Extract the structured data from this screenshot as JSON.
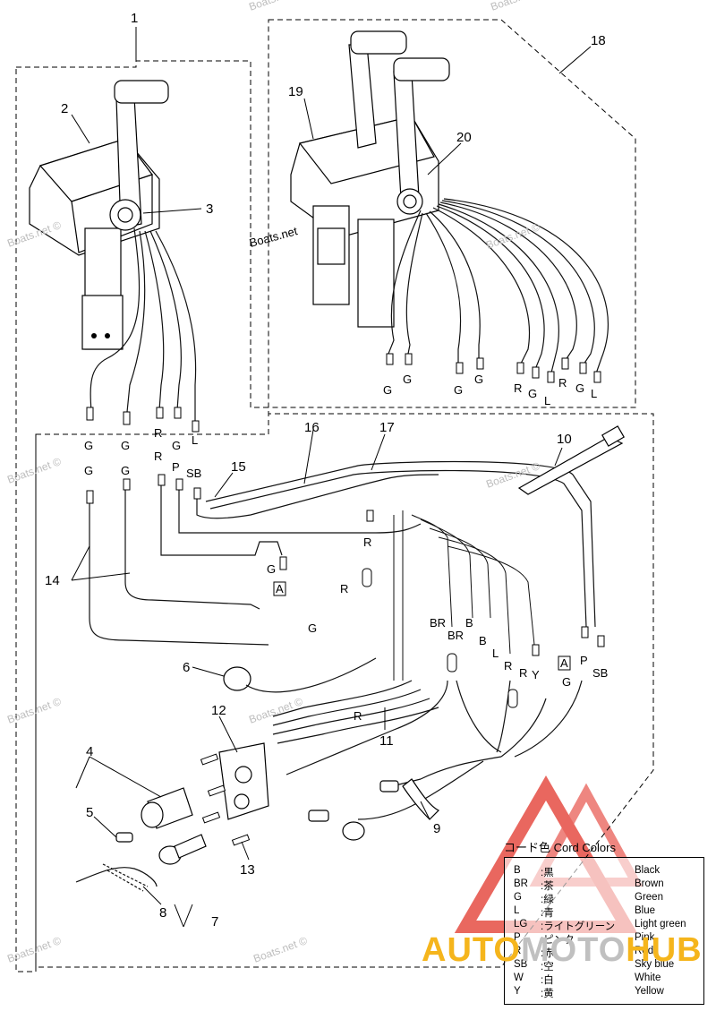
{
  "callouts": {
    "n1": "1",
    "n2": "2",
    "n3": "3",
    "n4": "4",
    "n5": "5",
    "n6": "6",
    "n7": "7",
    "n8": "8",
    "n9": "9",
    "n10": "10",
    "n11": "11",
    "n12": "12",
    "n13": "13",
    "n14": "14",
    "n15": "15",
    "n16": "16",
    "n17": "17",
    "n18": "18",
    "n19": "19",
    "n20": "20"
  },
  "single_lever_wires": [
    "G",
    "G",
    "R",
    "G",
    "L"
  ],
  "dual_lever_wires": [
    "G",
    "G",
    "G",
    "G",
    "R",
    "G",
    "L",
    "R",
    "G",
    "L"
  ],
  "harness_top_labels": {
    "g1": "G",
    "g2": "G",
    "g3": "G",
    "g4": "G",
    "r1": "R",
    "r2": "R",
    "g5": "G",
    "p": "P",
    "l": "L",
    "sb": "SB"
  },
  "harness_labels": {
    "gA": "G",
    "boxA1": "A",
    "r3": "R",
    "r4": "R",
    "g6": "G",
    "br1": "BR",
    "br2": "BR",
    "b1": "B",
    "b2": "B",
    "l2": "L",
    "r5": "R",
    "r6": "R",
    "y": "Y",
    "boxA2": "A",
    "g7": "G",
    "p2": "P",
    "sb2": "SB",
    "r7": "R"
  },
  "watermark": "Boats.net ©",
  "watermark_tag": "Boats.net",
  "legend": {
    "title": "コード色  Cord Colors",
    "rows": [
      {
        "code": "B",
        "jp": ":黒",
        "en": "Black"
      },
      {
        "code": "BR",
        "jp": ":茶",
        "en": "Brown"
      },
      {
        "code": "G",
        "jp": ":緑",
        "en": "Green"
      },
      {
        "code": "L",
        "jp": ":青",
        "en": "Blue"
      },
      {
        "code": "LG",
        "jp": ":ライトグリーン",
        "en": "Light green"
      },
      {
        "code": "P",
        "jp": ":ピンク",
        "en": "Pink"
      },
      {
        "code": "R",
        "jp": ":赤",
        "en": "Red"
      },
      {
        "code": "SB",
        "jp": ":空",
        "en": "Sky blue"
      },
      {
        "code": "W",
        "jp": ":白",
        "en": "White"
      },
      {
        "code": "Y",
        "jp": ":黄",
        "en": "Yellow"
      }
    ]
  },
  "logo": {
    "part1": "AUTO",
    "part2": "MOTO",
    "part3": "HUB"
  },
  "colors": {
    "logo_red": "#e2352a",
    "logo_yellow": "#f5b51c",
    "logo_grey": "#c0c0c0"
  }
}
